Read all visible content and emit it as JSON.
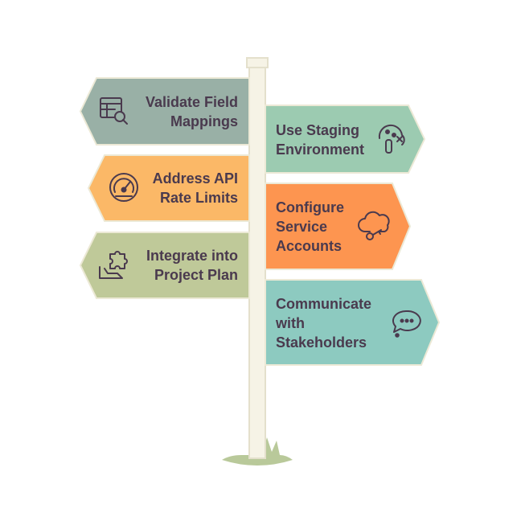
{
  "colors": {
    "pole": "#f6f3e6",
    "pole_stroke": "#e4e0cc",
    "grass": "#b9c99a",
    "text": "#4a3a4e",
    "icon": "#4a3a4e"
  },
  "signs": [
    {
      "id": "validate-field-mappings",
      "side": "left",
      "lines": [
        "Validate Field",
        "Mappings"
      ],
      "color": "#99b0a6",
      "icon": "table-search-icon"
    },
    {
      "id": "address-api-rate-limits",
      "side": "left",
      "lines": [
        "Address API",
        "Rate Limits"
      ],
      "color": "#fbb867",
      "icon": "speedometer-icon"
    },
    {
      "id": "integrate-into-project-plan",
      "side": "left",
      "lines": [
        "Integrate into",
        "Project Plan"
      ],
      "color": "#bfc999",
      "icon": "puzzle-hand-icon"
    },
    {
      "id": "use-staging-environment",
      "side": "right",
      "lines": [
        "Use Staging",
        "Environment"
      ],
      "color": "#9ccbb1",
      "icon": "test-tube-icon"
    },
    {
      "id": "configure-service-accounts",
      "side": "right",
      "lines": [
        "Configure",
        "Service",
        "Accounts"
      ],
      "color": "#fd9550",
      "icon": "cloud-key-icon"
    },
    {
      "id": "communicate-with-stakeholders",
      "side": "right",
      "lines": [
        "Communicate",
        "with",
        "Stakeholders"
      ],
      "color": "#8dcac0",
      "icon": "chat-bubble-icon"
    }
  ]
}
